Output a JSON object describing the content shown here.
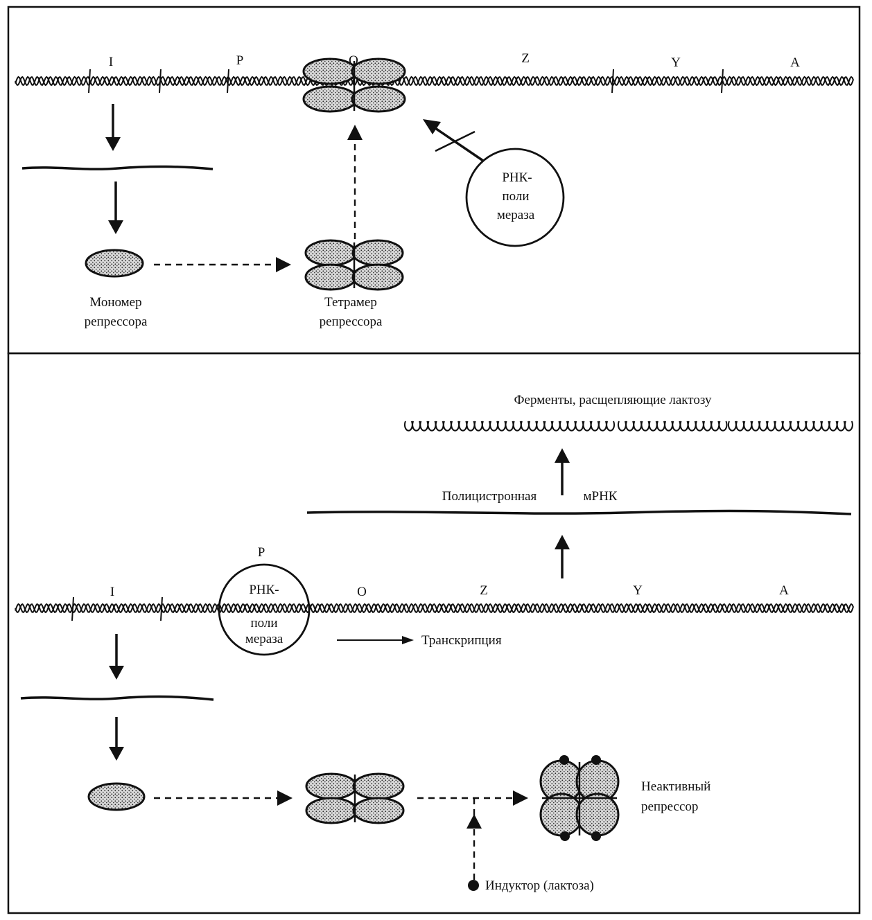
{
  "top_panel": {
    "genes": [
      "I",
      "P",
      "O",
      "Z",
      "Y",
      "A"
    ],
    "rnap_lines": [
      "РНК-",
      "поли",
      "мераза"
    ],
    "monomer_label": [
      "Мономер",
      "репрессора"
    ],
    "tetramer_label": [
      "Тетрамер",
      "репрессора"
    ]
  },
  "bottom_panel": {
    "genes": [
      "I",
      "P",
      "O",
      "Z",
      "Y",
      "A"
    ],
    "rnap_lines": [
      "РНК-",
      "поли",
      "мераза"
    ],
    "enzymes_label": "Ферменты, расщепляющие лактозу",
    "mrna_label_left": "Полицистронная",
    "mrna_label_right": "мРНК",
    "transcription_label": "Транскрипция",
    "inactive_label": [
      "Неактивный",
      "репрессор"
    ],
    "inducer_label": "Индуктор (лактоза)"
  }
}
